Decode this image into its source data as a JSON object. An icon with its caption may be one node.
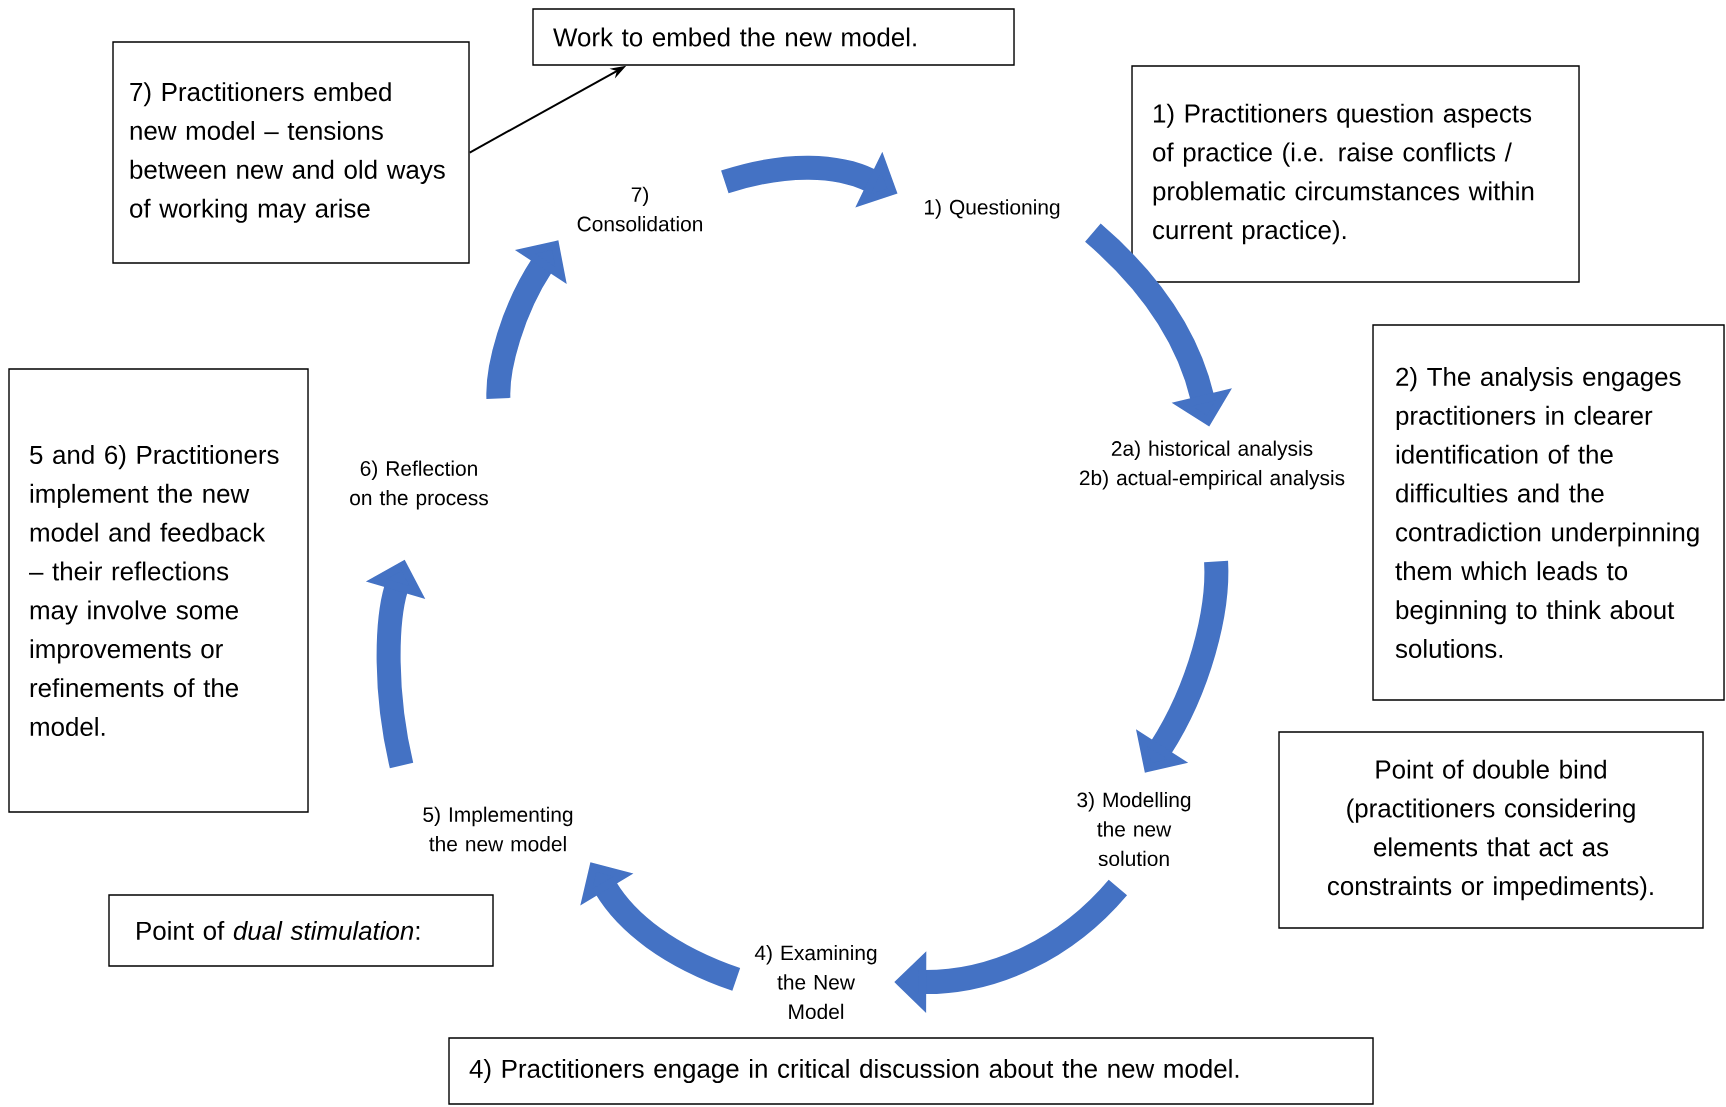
{
  "diagram": {
    "nodes": [
      {
        "text": [
          "7) Consolidation"
        ]
      },
      {
        "text": [
          "1) Questioning"
        ]
      },
      {
        "text": [
          "2a) historical analysis",
          "2b) actual-empirical analysis"
        ]
      },
      {
        "text": [
          "3) Modelling the new solution"
        ]
      },
      {
        "text": [
          "4) Examining the New Model"
        ]
      },
      {
        "text": [
          "5) Implementing the new model"
        ]
      },
      {
        "text": [
          "6) Reflection on the process"
        ]
      },
      {
        "text": [
          "7) Practitioners embed new model – tensions between new and old ways of working may arise"
        ]
      },
      {
        "text": [
          "Work to embed the new model."
        ]
      },
      {
        "text": [
          "1) Practitioners question aspects of practice (i.e. raise conflicts / problematic circumstances within current practice)."
        ]
      },
      {
        "text": [
          "2) The analysis engages practitioners in clearer identification of the difficulties and the contradiction underpinning them which leads to beginning to think about solutions."
        ]
      },
      {
        "text": [
          "Point of double bind (practitioners considering elements that act as constraints or impediments)."
        ]
      },
      {
        "text": [
          "5 and 6) Practitioners implement the new model and feedback – their reflections may involve some improvements or refinements of the model."
        ]
      },
      {
        "text": [
          "Point of *dual stimulation*:"
        ]
      },
      {
        "text": [
          "4) Practitioners engage in critical discussion about the new model."
        ]
      }
    ],
    "edges": [
      {
        "from": 0,
        "to": 1,
        "arrow": "to"
      },
      {
        "from": 1,
        "to": 2,
        "arrow": "to"
      },
      {
        "from": 2,
        "to": 3,
        "arrow": "to"
      },
      {
        "from": 3,
        "to": 4,
        "arrow": "to"
      },
      {
        "from": 4,
        "to": 5,
        "arrow": "to"
      },
      {
        "from": 5,
        "to": 6,
        "arrow": "to"
      },
      {
        "from": 6,
        "to": 0,
        "arrow": "to"
      },
      {
        "from": 7,
        "to": 8,
        "arrow": "to",
        "color": "#000000"
      }
    ]
  }
}
